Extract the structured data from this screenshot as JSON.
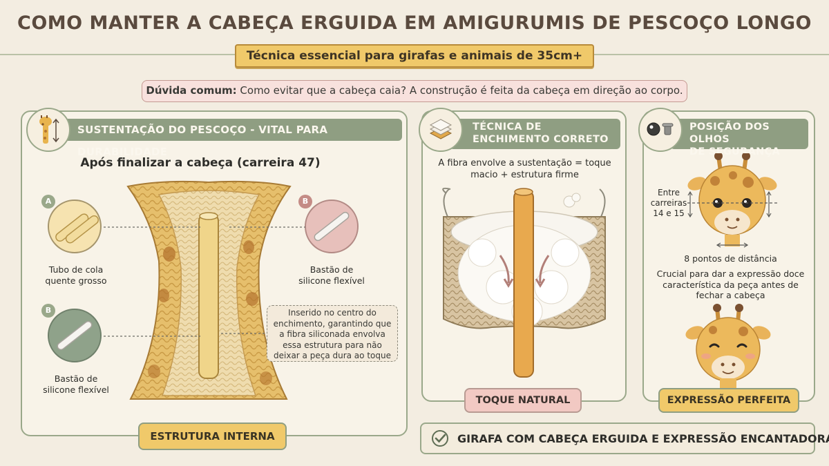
{
  "header": {
    "title": "COMO MANTER A CABEÇA ERGUIDA EM AMIGURUMIS DE PESCOÇO LONGO",
    "subtitle": "Técnica essencial para girafas e animais de 35cm+"
  },
  "question": {
    "label": "Dúvida comum:",
    "text": " Como evitar que a cabeça caia? A construção é feita da cabeça em direção ao corpo."
  },
  "panel1": {
    "heading": "SUSTENTAÇÃO DO PESCOÇO - VITAL PARA DURABILIDADE",
    "intro": "Após finalizar a cabeça (carreira 47)",
    "option_a": {
      "badge": "A",
      "label_line1": "Tubo de cola",
      "label_line2": "quente grosso"
    },
    "option_b_right": {
      "badge": "B",
      "label_line1": "Bastão de",
      "label_line2": "silicone flexível"
    },
    "option_b_left": {
      "badge": "B",
      "label_line1": "Bastão de",
      "label_line2": "silicone flexível"
    },
    "note": {
      "line1": "Inserido no centro do",
      "line2": "enchimento, garantindo que",
      "line3": "a fibra siliconada envolva",
      "line4": "essa estrutura para não",
      "line5": "deixar a peça dura ao toque"
    },
    "footer": "ESTRUTURA INTERNA"
  },
  "panel2": {
    "heading_line1": "TÉCNICA DE",
    "heading_line2": "ENCHIMENTO CORRETO",
    "intro_line1": "A fibra envolve a sustentação = toque",
    "intro_line2": "macio + estrutura firme",
    "footer": "TOQUE NATURAL"
  },
  "panel3": {
    "heading_line1": "POSIÇÃO DOS OLHOS",
    "heading_line2": "DE SEGURANÇA",
    "rows_line1": "Entre",
    "rows_line2": "carreiras",
    "rows_line3": "14 e 15",
    "distance": "8 pontos de distância",
    "note_line1": "Crucial para dar a expressão doce",
    "note_line2": "característica da peça antes de",
    "note_line3": "fechar a cabeça",
    "footer": "EXPRESSÃO PERFEITA"
  },
  "conclusion": {
    "text": "GIRAFA COM CABEÇA ERGUIDA E EXPRESSÃO ENCANTADORA"
  },
  "colors": {
    "background": "#f3ede1",
    "sage": "#8f9e82",
    "mustard": "#f0c96a",
    "pink": "#f2c9c3"
  },
  "icons": [
    "giraffe-icon",
    "stuffing-layers-icon",
    "safety-eye-icon",
    "check-circle-icon"
  ]
}
